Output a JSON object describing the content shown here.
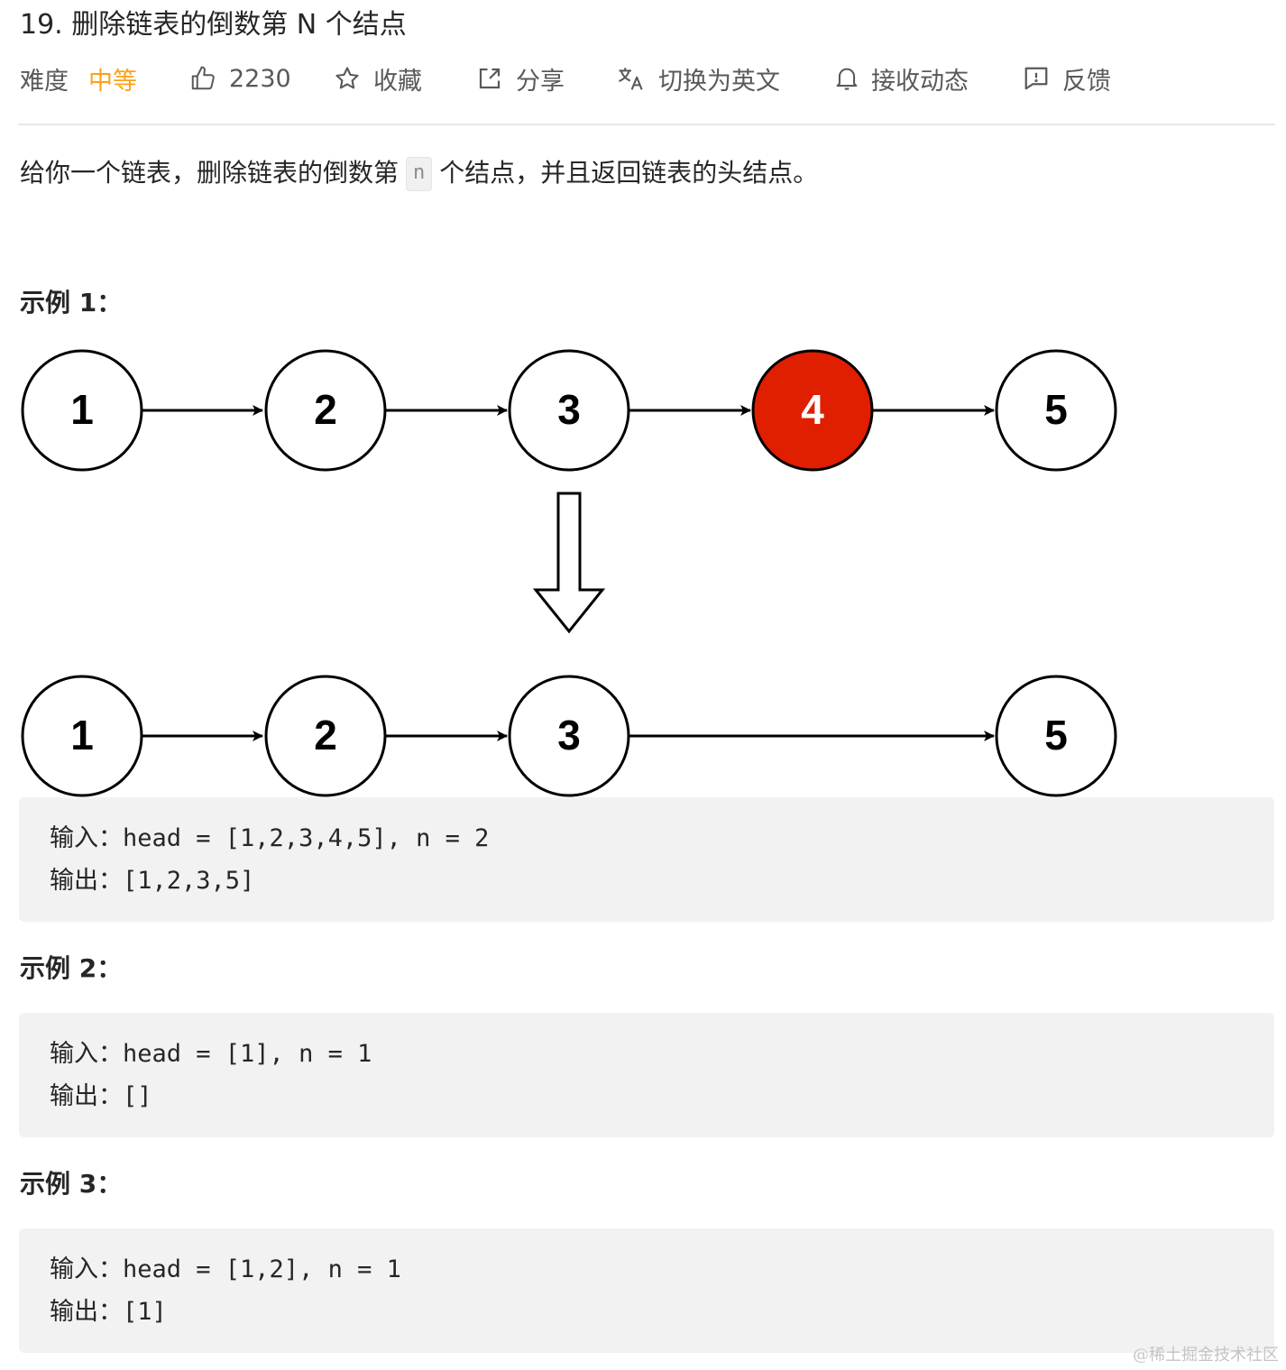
{
  "problem": {
    "title": "19. 删除链表的倒数第 N 个结点"
  },
  "toolbar": {
    "difficulty_label": "难度",
    "difficulty_value": "中等",
    "like_count": "2230",
    "favorite_label": "收藏",
    "share_label": "分享",
    "translate_label": "切换为英文",
    "subscribe_label": "接收动态",
    "feedback_label": "反馈"
  },
  "colors": {
    "difficulty_medium": "#ffa116",
    "highlight_node": "#e01e00"
  },
  "description": {
    "before": "给你一个链表，删除链表的倒数第",
    "code": "n",
    "after": "个结点，并且返回链表的头结点。"
  },
  "examples": [
    {
      "heading": "示例 1：",
      "input_label": "输入：",
      "input_value": "head = [1,2,3,4,5], n = 2",
      "output_label": "输出：",
      "output_value": "[1,2,3,5]"
    },
    {
      "heading": "示例 2：",
      "input_label": "输入：",
      "input_value": "head = [1], n = 1",
      "output_label": "输出：",
      "output_value": "[]"
    },
    {
      "heading": "示例 3：",
      "input_label": "输入：",
      "input_value": "head = [1,2], n = 1",
      "output_label": "输出：",
      "output_value": "[1]"
    }
  ],
  "diagram": {
    "before": [
      "1",
      "2",
      "3",
      "4",
      "5"
    ],
    "removed_value": "4",
    "after": [
      "1",
      "2",
      "3",
      "5"
    ]
  },
  "watermark": "@稀土掘金技术社区"
}
